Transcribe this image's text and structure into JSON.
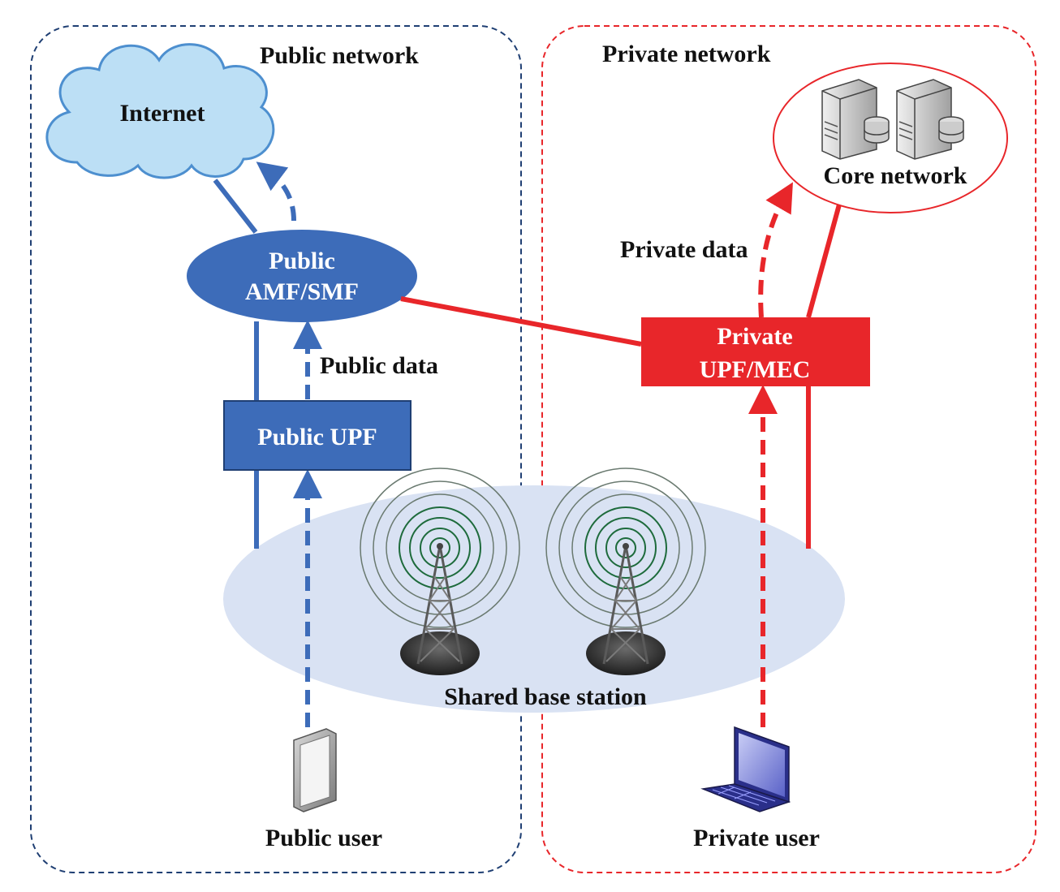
{
  "regions": {
    "public": {
      "label": "Public network",
      "border_color": "#1f3f73"
    },
    "private": {
      "label": "Private network",
      "border_color": "#e8262a"
    }
  },
  "nodes": {
    "internet": {
      "label": "Internet"
    },
    "public_amf_smf": {
      "line1": "Public",
      "line2": "AMF/SMF"
    },
    "public_upf": {
      "label": "Public UPF"
    },
    "private_upf_mec": {
      "line1": "Private",
      "line2": "UPF/MEC"
    },
    "core_network": {
      "label": "Core network"
    },
    "shared_base_station": {
      "label": "Shared base station"
    },
    "public_user": {
      "label": "Public user"
    },
    "private_user": {
      "label": "Private user"
    }
  },
  "flows": {
    "public_data": {
      "label": "Public data"
    },
    "private_data": {
      "label": "Private data"
    }
  },
  "colors": {
    "public_blue": "#3d6cb9",
    "private_red": "#e8262a",
    "cloud_fill": "#bcdff5",
    "base_station_fill": "#d9e2f3",
    "signal_green": "#1e6b3c"
  }
}
